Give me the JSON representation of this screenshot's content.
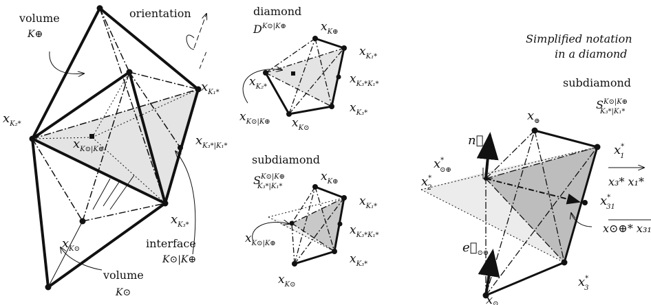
{
  "left": {
    "volume_top": "volume",
    "volume_top_sym": "K⊕",
    "orientation": "orientation",
    "xK2": "x",
    "xK2_sub": "K₂*",
    "xK1": "x",
    "xK1_sub": "K₁*",
    "xKcp": "x",
    "xKcp_sub": "K⊙|K⊕",
    "xK31": "x",
    "xK31_sub": "K₃*|K₁*",
    "xK3": "x",
    "xK3_sub": "K₃*",
    "xKo": "x",
    "xKo_sub": "K⊙",
    "interface": "interface",
    "interface_sym": "K⊙|K⊕",
    "volume_bot": "volume",
    "volume_bot_sym": "K⊙"
  },
  "mid_top": {
    "title": "diamond",
    "sym": "D",
    "sym_sup": "K⊙|K⊕",
    "xKp": "x",
    "xKp_sub": "K⊕",
    "xK1": "x",
    "xK1_sub": "K₁*",
    "xK2": "x",
    "xK2_sub": "K₂*",
    "xK31": "x",
    "xK31_sub": "K₃*K₁*",
    "xKcp": "x",
    "xKcp_sub": "K⊙|K⊕",
    "xKo": "x",
    "xKo_sub": "K⊙",
    "xK3": "x",
    "xK3_sub": "K₃*"
  },
  "mid_bot": {
    "title": "subdiamond",
    "sym": "S",
    "sym_sup": "K⊙|K⊕",
    "sym_sub": "K₃*|K₁*",
    "xKp": "x",
    "xKp_sub": "K⊕",
    "xK1": "x",
    "xK1_sub": "K₁*",
    "xKcp": "x",
    "xKcp_sub": "K⊙|K⊕",
    "xK31": "x",
    "xK31_sub": "K₃*K₁*",
    "xKo": "x",
    "xKo_sub": "K⊙",
    "xK3": "x",
    "xK3_sub": "K₃*"
  },
  "right": {
    "note1": "Simplified notation",
    "note2": "in a diamond",
    "title": "subdiamond",
    "sym": "S",
    "sym_sup": "K⊙|K⊕",
    "sym_sub": "K₃*|K₁*",
    "xp": "x",
    "xp_sub": "⊕",
    "n": "n⃗",
    "n_sub": "⊙⊕",
    "xcp": "x",
    "xcp_sub": "⊙⊕",
    "xcp_sup": "*",
    "x2": "x",
    "x2_sub": "2",
    "x2_sup": "*",
    "x1": "x",
    "x1_sub": "1",
    "x1_sup": "*",
    "x3x1": "x₃* x₁*",
    "x31": "x",
    "x31_sub": "31",
    "x31_sup": "*",
    "xcpx31": "x⊙⊕* x₃₁*",
    "e": "e⃗",
    "e_sub": "⊙⊕",
    "x3": "x",
    "x3_sub": "3",
    "x3_sup": "*",
    "xo": "x",
    "xo_sub": "⊙"
  }
}
